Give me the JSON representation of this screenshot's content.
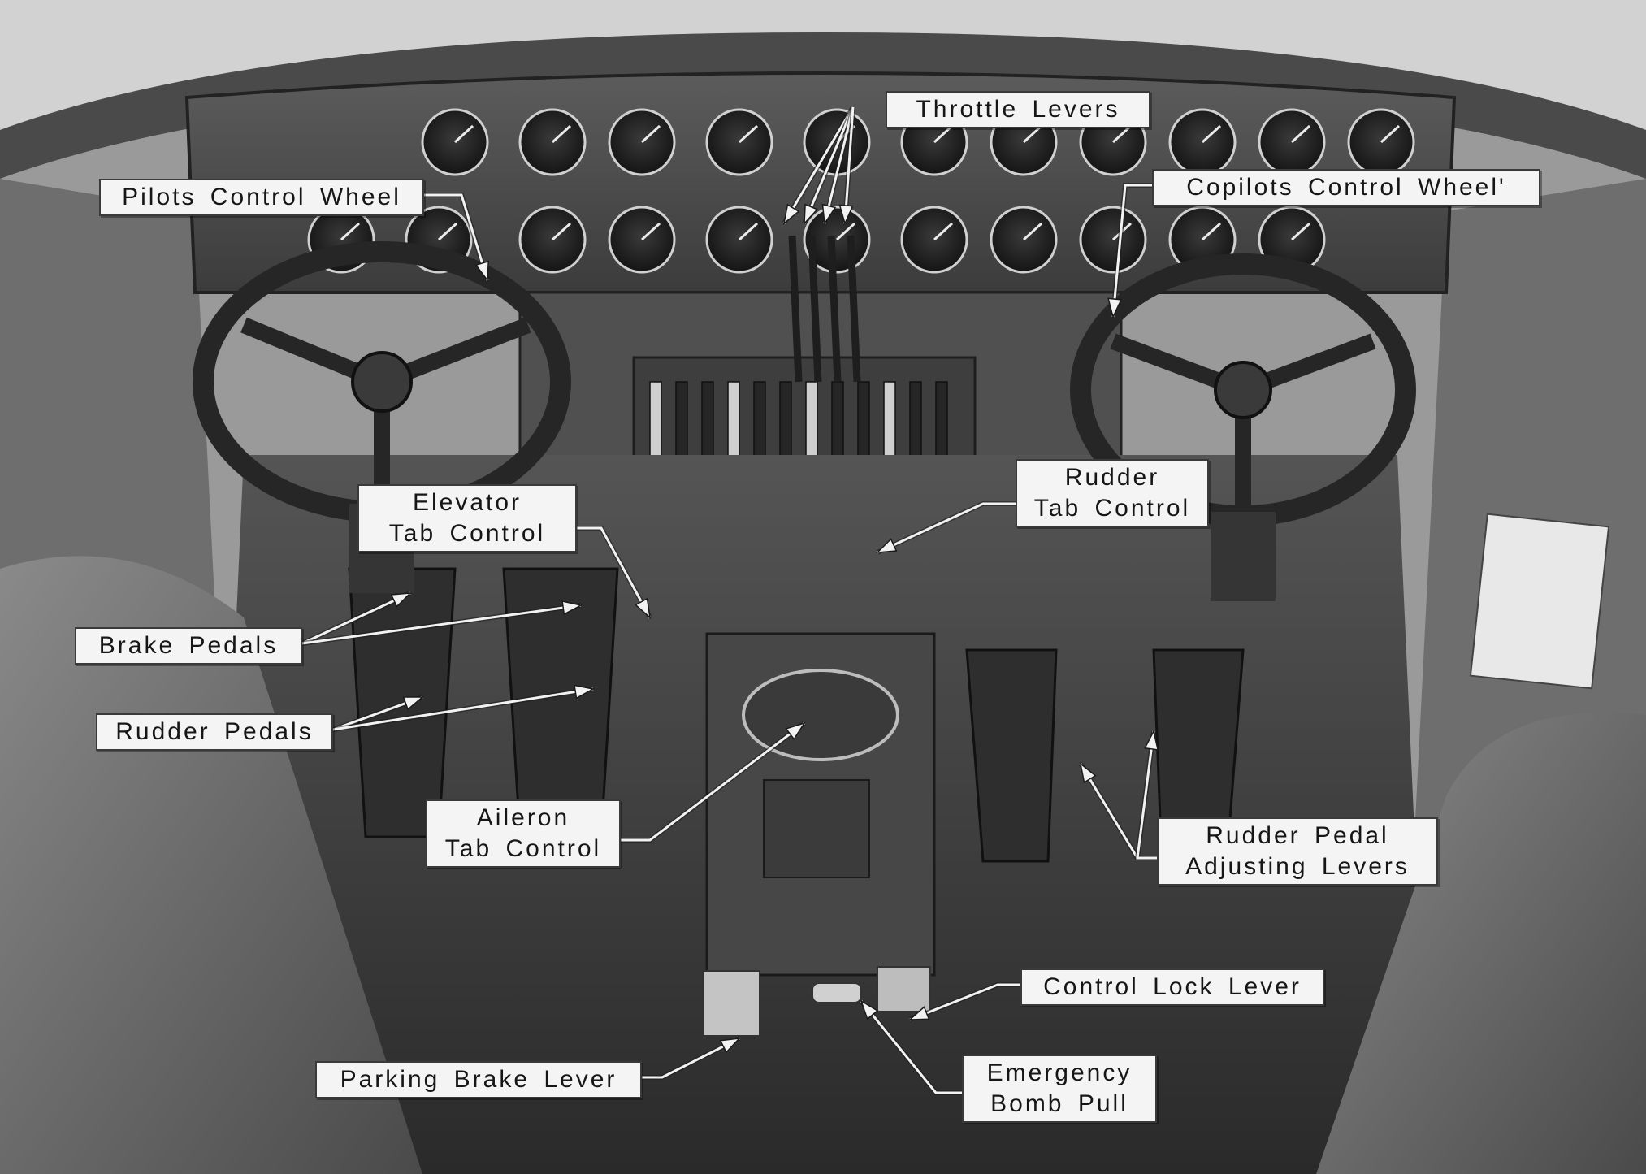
{
  "labels": {
    "throttle_levers": "Throttle Levers",
    "pilots_control_wheel": "Pilots Control Wheel",
    "copilots_control_wheel": "Copilots Control Wheel'",
    "elevator_tab_control": [
      "Elevator",
      "Tab Control"
    ],
    "rudder_tab_control": [
      "Rudder",
      "Tab Control"
    ],
    "brake_pedals": "Brake Pedals",
    "rudder_pedals": "Rudder Pedals",
    "aileron_tab_control": [
      "Aileron",
      "Tab Control"
    ],
    "rudder_pedal_adjusting_levers": [
      "Rudder Pedal",
      "Adjusting Levers"
    ],
    "control_lock_lever": "Control Lock Lever",
    "emergency_bomb_pull": [
      "Emergency",
      "Bomb Pull"
    ],
    "parking_brake_lever": "Parking Brake Lever"
  },
  "colors": {
    "label_bg": "#f4f4f4",
    "label_text": "#161616",
    "photo_dark": "#2e2e2e",
    "photo_mid": "#7a7a7a",
    "photo_light": "#d6d6d6"
  }
}
